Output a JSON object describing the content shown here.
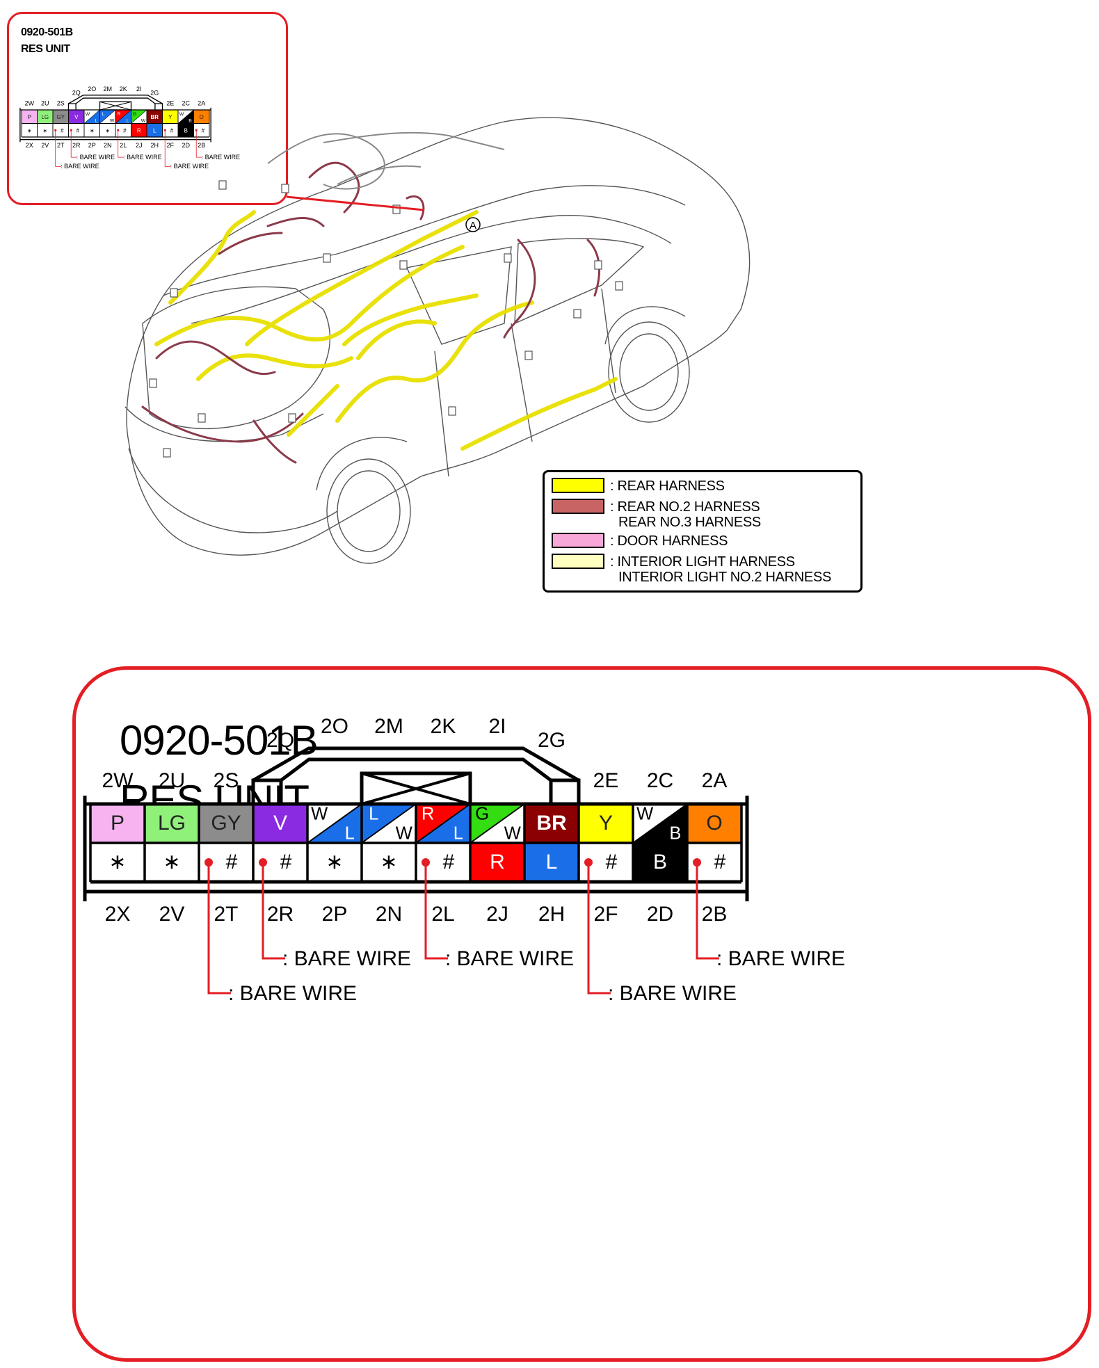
{
  "connector": {
    "code": "0920-501B",
    "name": "RES UNIT",
    "top_labels": [
      "2W",
      "2U",
      "2S",
      "2Q",
      "2O",
      "2M",
      "2K",
      "2I",
      "2G",
      "2E",
      "2C",
      "2A"
    ],
    "bottom_labels": [
      "2X",
      "2V",
      "2T",
      "2R",
      "2P",
      "2N",
      "2L",
      "2J",
      "2H",
      "2F",
      "2D",
      "2B"
    ],
    "upper_row": [
      {
        "text": "P",
        "fill": "#f6b3f0"
      },
      {
        "text": "LG",
        "fill": "#8ff07a"
      },
      {
        "text": "GY",
        "fill": "#8c8c8c"
      },
      {
        "text": "V",
        "fill": "#8a2be2"
      },
      {
        "text_a": "W",
        "text_b": "L",
        "fill_a": "#ffffff",
        "fill_b": "#1a6fe8"
      },
      {
        "text_a": "L",
        "text_b": "W",
        "fill_a": "#1a6fe8",
        "fill_b": "#ffffff"
      },
      {
        "text_a": "R",
        "text_b": "L",
        "fill_a": "#ff0000",
        "fill_b": "#1a6fe8"
      },
      {
        "text_a": "G",
        "text_b": "W",
        "fill_a": "#33dd11",
        "fill_b": "#ffffff"
      },
      {
        "text": "BR",
        "fill": "#8b0000"
      },
      {
        "text": "Y",
        "fill": "#ffff00"
      },
      {
        "text_a": "W",
        "text_b": "B",
        "fill_a": "#ffffff",
        "fill_b": "#000000"
      },
      {
        "text": "O",
        "fill": "#ff7f00"
      }
    ],
    "lower_row": [
      {
        "text": "∗",
        "fill": "#ffffff"
      },
      {
        "text": "∗",
        "fill": "#ffffff"
      },
      {
        "text": "#",
        "fill": "#ffffff",
        "bare": true
      },
      {
        "text": "#",
        "fill": "#ffffff",
        "bare": true
      },
      {
        "text": "∗",
        "fill": "#ffffff"
      },
      {
        "text": "∗",
        "fill": "#ffffff"
      },
      {
        "text": "#",
        "fill": "#ffffff",
        "bare": true
      },
      {
        "text": "R",
        "fill": "#ff0000"
      },
      {
        "text": "L",
        "fill": "#1a6fe8"
      },
      {
        "text": "#",
        "fill": "#ffffff",
        "bare": true
      },
      {
        "text": "B",
        "fill": "#000000"
      },
      {
        "text": "#",
        "fill": "#ffffff",
        "bare": true
      }
    ],
    "bare_wire_label": ": BARE WIRE"
  },
  "legend": {
    "items": [
      {
        "color": "#ffff00",
        "lines": [
          ": REAR HARNESS"
        ]
      },
      {
        "color": "#c86464",
        "lines": [
          ": REAR NO.2 HARNESS",
          "REAR NO.3 HARNESS"
        ]
      },
      {
        "color": "#f7a8d8",
        "lines": [
          ": DOOR HARNESS"
        ]
      },
      {
        "color": "#ffffc0",
        "lines": [
          ": INTERIOR LIGHT HARNESS",
          "INTERIOR LIGHT NO.2 HARNESS"
        ]
      }
    ]
  },
  "car": {
    "marker_label": "A"
  },
  "colors": {
    "callout_border": "#e31e24",
    "harness_main": "#e8e000",
    "harness_secondary": "#8b3a4a"
  }
}
